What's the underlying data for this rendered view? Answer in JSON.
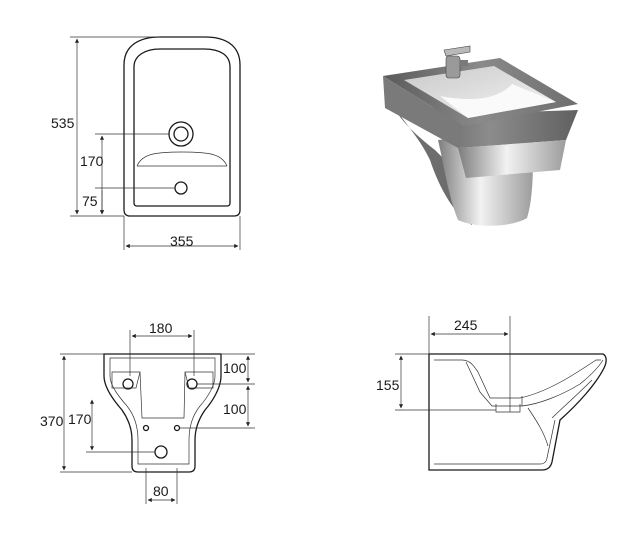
{
  "top_view": {
    "height": "535",
    "hole_height": "170",
    "drain_height": "75",
    "width": "355"
  },
  "back_view": {
    "top_width": "180",
    "side_upper": "100",
    "side_lower": "100",
    "height": "370",
    "hole_height": "170",
    "bottom_width": "80"
  },
  "side_view": {
    "depth": "245",
    "height": "155"
  },
  "colors": {
    "line": "#1a1a1a",
    "ceramic_light": "#e6e6e6",
    "ceramic_dark": "#6a6a6a"
  }
}
